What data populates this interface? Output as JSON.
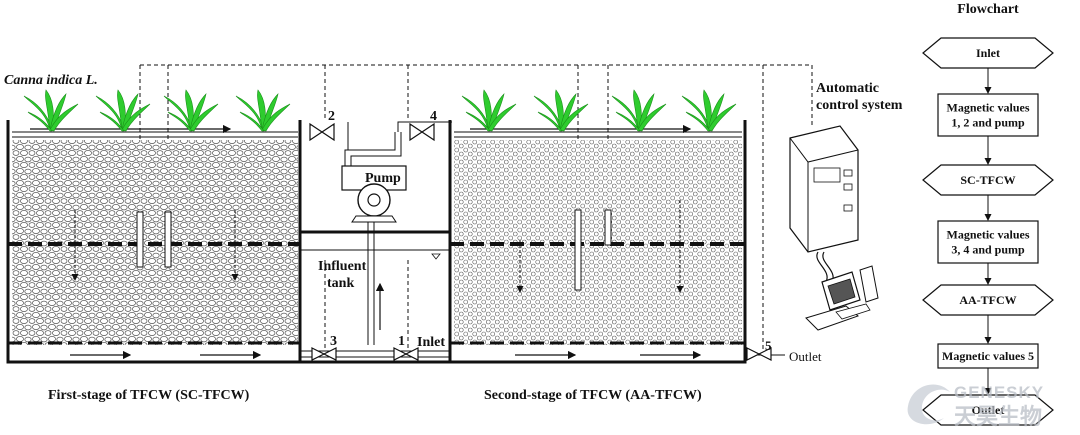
{
  "labels": {
    "plant": "Canna indica L.",
    "pump": "Pump",
    "influent_line1": "Influent",
    "influent_line2": "tank",
    "inlet": "Inlet",
    "outlet": "Outlet",
    "control_line1": "Automatic",
    "control_line2": "control system",
    "stage1": "First-stage of TFCW (SC-TFCW)",
    "stage2": "Second-stage of TFCW (AA-TFCW)"
  },
  "valves": [
    "1",
    "2",
    "3",
    "4",
    "5"
  ],
  "flowchart": {
    "title": "Flowchart",
    "steps": [
      {
        "shape": "diamond",
        "lines": [
          "Inlet"
        ]
      },
      {
        "shape": "rect",
        "lines": [
          "Magnetic values",
          "1, 2 and pump"
        ]
      },
      {
        "shape": "diamond",
        "lines": [
          "SC-TFCW"
        ]
      },
      {
        "shape": "rect",
        "lines": [
          "Magnetic values",
          "3, 4 and pump"
        ]
      },
      {
        "shape": "diamond",
        "lines": [
          "AA-TFCW"
        ]
      },
      {
        "shape": "rect",
        "lines": [
          "Magnetic values 5"
        ]
      },
      {
        "shape": "diamond",
        "lines": [
          "Outlet"
        ]
      }
    ]
  },
  "watermark": {
    "latin": "GENESKY",
    "cjk": "天昊生物"
  },
  "colors": {
    "plant": "#2ecc2e",
    "plant_dark": "#1a8f1a",
    "line": "#111111",
    "watermark": "#b9bec6"
  }
}
